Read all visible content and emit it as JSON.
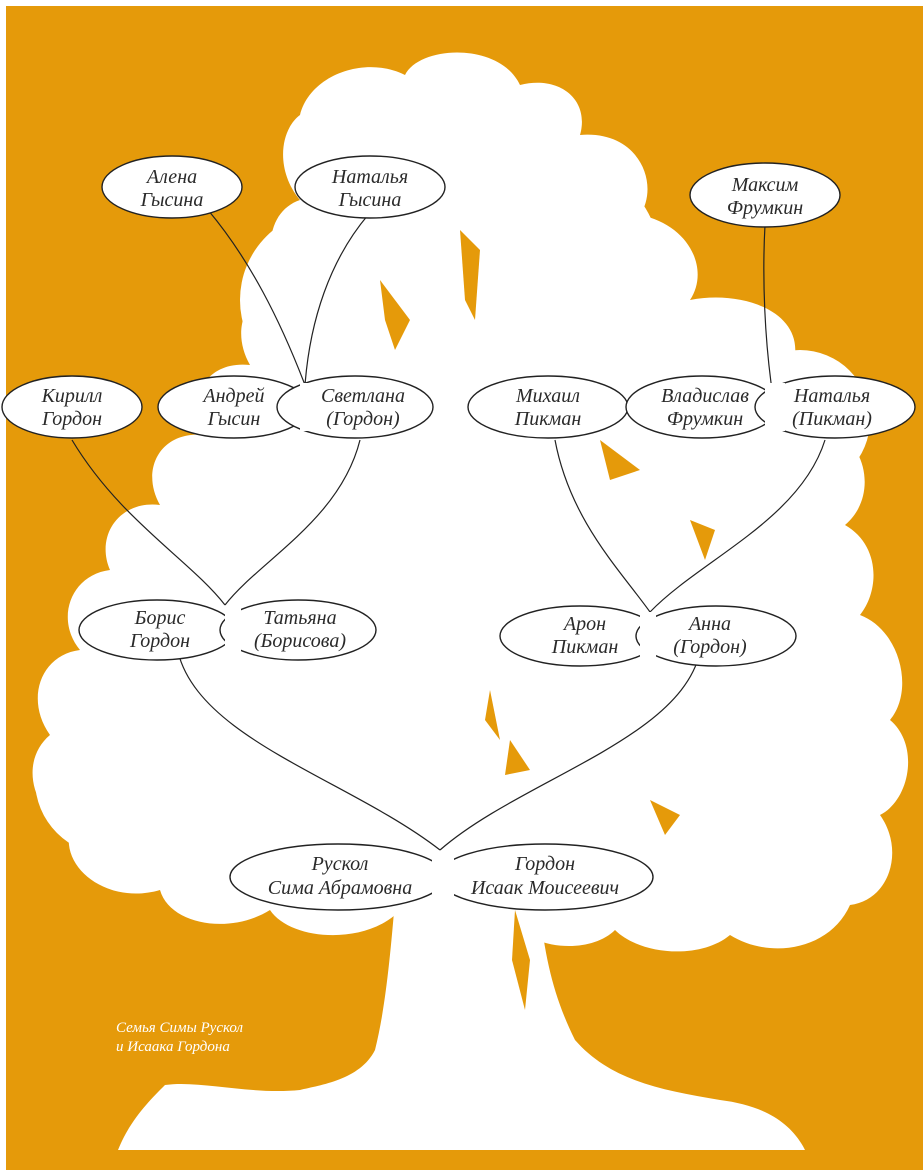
{
  "colors": {
    "background": "#e59a0a",
    "tree": "#ffffff",
    "lines": "#222222"
  },
  "people": {
    "alena_gysina": [
      "Алена",
      "Гысина"
    ],
    "natalya_gysina": [
      "Наталья",
      "Гысина"
    ],
    "maksim_frumkin": [
      "Максим",
      "Фрумкин"
    ],
    "kirill_gordon": [
      "Кирилл",
      "Гордон"
    ],
    "andrey_gysin": [
      "Андрей",
      "Гысин"
    ],
    "svetlana_gordon": [
      "Светлана",
      "(Гордон)"
    ],
    "mikhail_pikman": [
      "Михаил",
      "Пикман"
    ],
    "vladislav_frumkin": [
      "Владислав",
      "Фрумкин"
    ],
    "natalya_pikman": [
      "Наталья",
      "(Пикман)"
    ],
    "boris_gordon": [
      "Борис",
      "Гордон"
    ],
    "tatyana_borisova": [
      "Татьяна",
      "(Борисова)"
    ],
    "aron_pikman": [
      "Арон",
      "Пикман"
    ],
    "anna_gordon": [
      "Анна",
      "(Гордон)"
    ],
    "ruskol_sima": [
      "Рускол",
      "Сима Абрамовна"
    ],
    "gordon_isaak": [
      "Гордон",
      "Исаак Моисеевич"
    ]
  },
  "caption": [
    "Семья Симы Рускол",
    "и Исаака Гордона"
  ]
}
